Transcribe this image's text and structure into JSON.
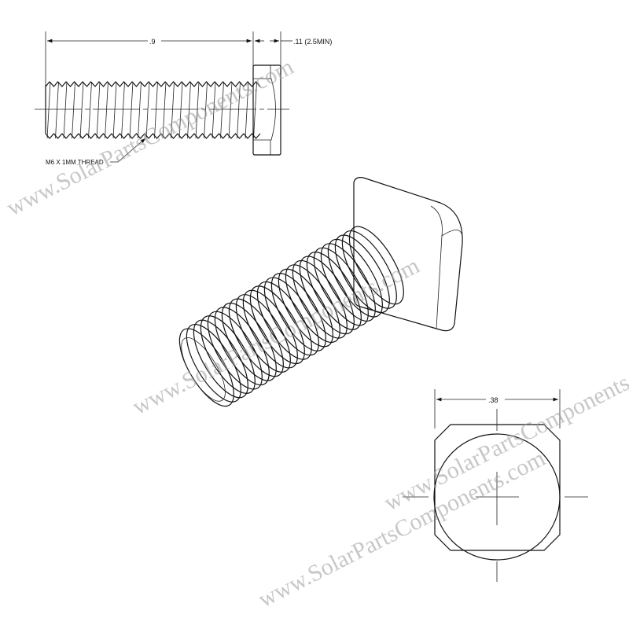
{
  "drawing": {
    "side_view": {
      "length_dim": ".9",
      "head_dim": ".11 (2.5MIN)",
      "thread_callout": "M6 X 1MM THREAD"
    },
    "end_view": {
      "width_dim": ".38"
    },
    "watermark": "www.SolarPartsComponents.com"
  }
}
